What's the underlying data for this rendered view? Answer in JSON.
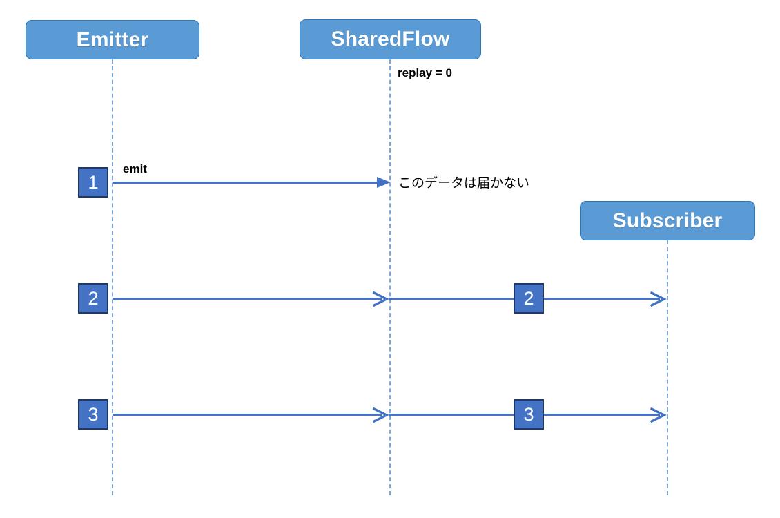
{
  "diagram": {
    "type": "sequence-diagram",
    "title": "SharedFlow replay = 0 sequence diagram",
    "colors": {
      "participant_fill": "#5B9BD5",
      "participant_border": "#2E75B6",
      "participant_text": "#FFFFFF",
      "lifeline": "#7BA7D7",
      "arrow": "#4472C4",
      "badge_fill": "#4472C4",
      "badge_border": "#1F3864",
      "note_text": "#000000",
      "background": "#FFFFFF"
    }
  },
  "participants": [
    {
      "id": "emitter",
      "label": "Emitter"
    },
    {
      "id": "sharedflow",
      "label": "SharedFlow"
    },
    {
      "id": "subscriber",
      "label": "Subscriber"
    }
  ],
  "notes": [
    {
      "id": "replay",
      "text": "replay = 0"
    },
    {
      "id": "emit",
      "text": "emit"
    },
    {
      "id": "not-delivered",
      "text": "このデータは届かない"
    }
  ],
  "messages": [
    {
      "seq": "1",
      "from": "emitter",
      "to": "sharedflow",
      "label": "emit",
      "arrowhead": "solid",
      "note": "このデータは届かない"
    },
    {
      "seq": "2",
      "from": "emitter",
      "to": "sharedflow",
      "label": "",
      "arrowhead": "open"
    },
    {
      "seq": "2",
      "from": "sharedflow",
      "to": "subscriber",
      "label": "",
      "arrowhead": "open"
    },
    {
      "seq": "3",
      "from": "emitter",
      "to": "sharedflow",
      "label": "",
      "arrowhead": "open"
    },
    {
      "seq": "3",
      "from": "sharedflow",
      "to": "subscriber",
      "label": "",
      "arrowhead": "open"
    }
  ],
  "badges": {
    "row1_emitter": "1",
    "row2_emitter": "2",
    "row2_middle": "2",
    "row3_emitter": "3",
    "row3_middle": "3"
  }
}
